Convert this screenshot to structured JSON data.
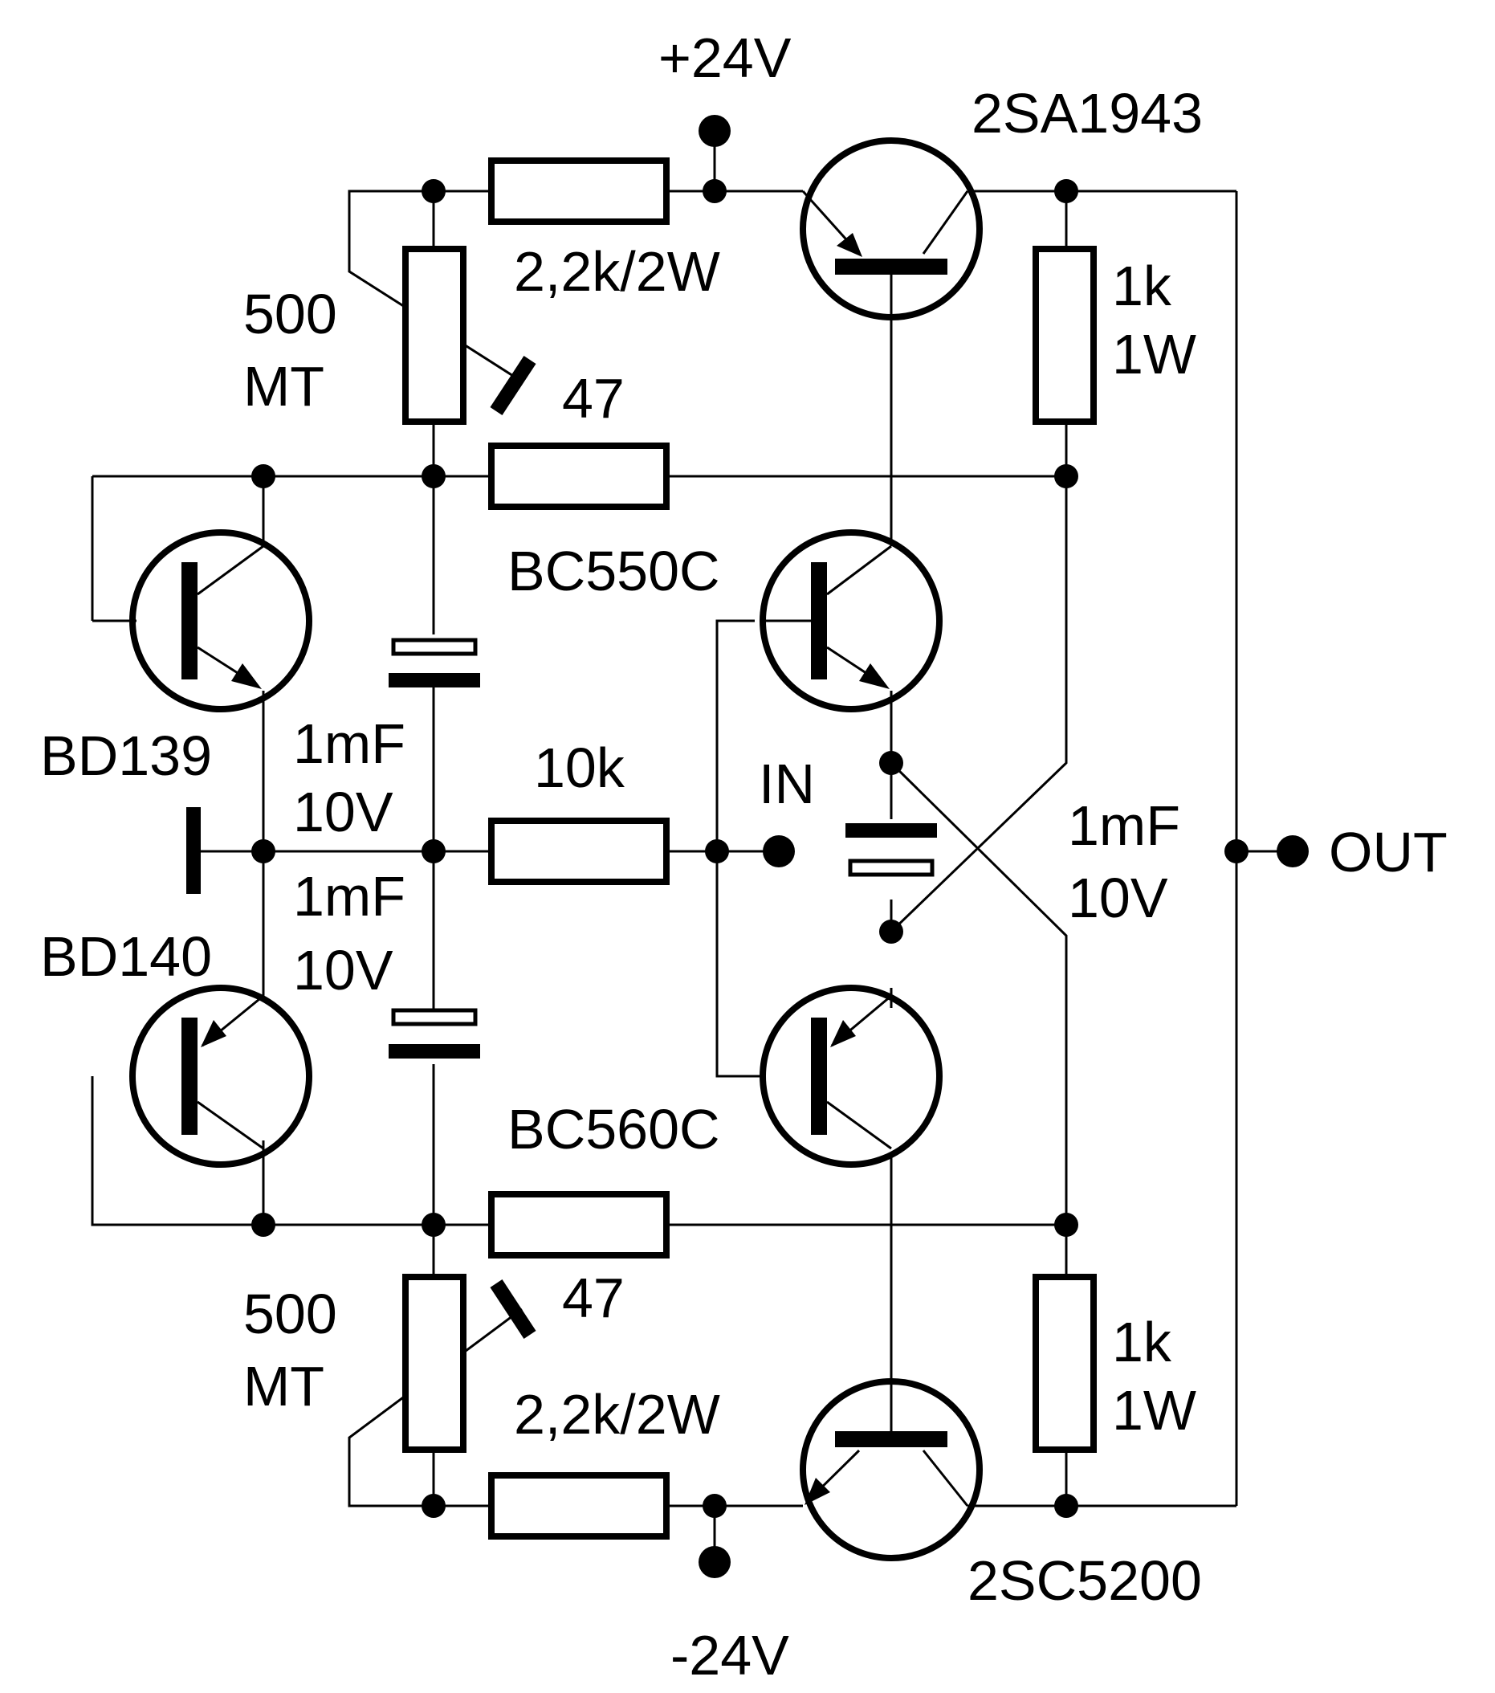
{
  "diagram": {
    "supply": {
      "positive": "+24V",
      "negative": "-24V"
    },
    "io": {
      "input": "IN",
      "output": "OUT"
    },
    "transistors": {
      "upper_power": "2SA1943",
      "lower_power": "2SC5200",
      "upper_driver": "BC550C",
      "lower_driver": "BC560C",
      "upper_bias": "BD139",
      "lower_bias": "BD140"
    },
    "resistors": {
      "upper_supply": "2,2k/2W",
      "lower_supply": "2,2k/2W",
      "upper_feedback": "47",
      "lower_feedback": "47",
      "input": "10k",
      "upper_load_value": "1k",
      "upper_load_power": "1W",
      "lower_load_value": "1k",
      "lower_load_power": "1W"
    },
    "trimmers": {
      "upper_value": "500",
      "upper_type": "MT",
      "lower_value": "500",
      "lower_type": "MT"
    },
    "capacitors": {
      "upper_value": "1mF",
      "upper_voltage": "10V",
      "lower_value": "1mF",
      "lower_voltage": "10V",
      "middle_value": "1mF",
      "middle_voltage": "10V"
    }
  }
}
